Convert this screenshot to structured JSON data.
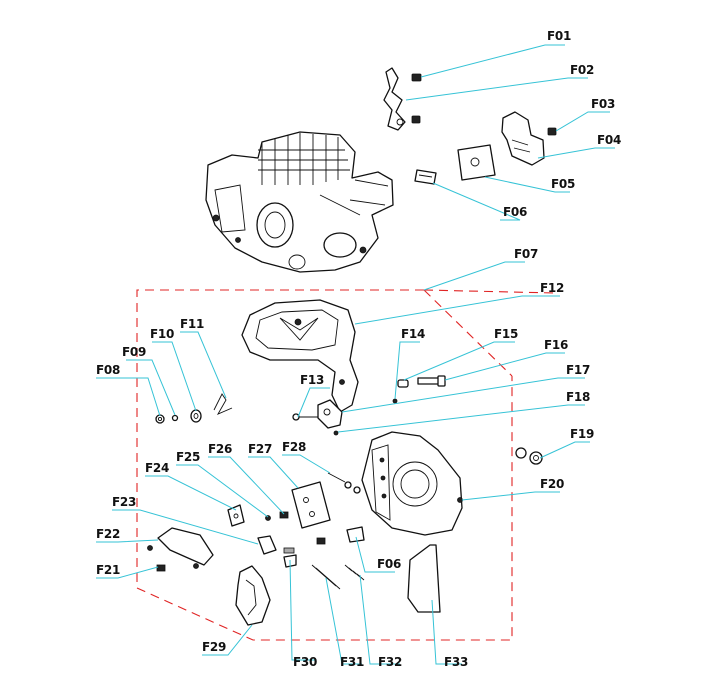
{
  "colors": {
    "leader": "#36c3d6",
    "boundary": "#e02424",
    "ink": "#111111"
  },
  "callouts": [
    {
      "id": "F01",
      "text": "F01"
    },
    {
      "id": "F02",
      "text": "F02"
    },
    {
      "id": "F03",
      "text": "F03"
    },
    {
      "id": "F04",
      "text": "F04"
    },
    {
      "id": "F05",
      "text": "F05"
    },
    {
      "id": "F06a",
      "text": "F06"
    },
    {
      "id": "F07",
      "text": "F07"
    },
    {
      "id": "F08",
      "text": "F08"
    },
    {
      "id": "F09",
      "text": "F09"
    },
    {
      "id": "F10",
      "text": "F10"
    },
    {
      "id": "F11",
      "text": "F11"
    },
    {
      "id": "F12",
      "text": "F12"
    },
    {
      "id": "F13",
      "text": "F13"
    },
    {
      "id": "F14",
      "text": "F14"
    },
    {
      "id": "F15",
      "text": "F15"
    },
    {
      "id": "F16",
      "text": "F16"
    },
    {
      "id": "F17",
      "text": "F17"
    },
    {
      "id": "F18",
      "text": "F18"
    },
    {
      "id": "F19",
      "text": "F19"
    },
    {
      "id": "F20",
      "text": "F20"
    },
    {
      "id": "F21",
      "text": "F21"
    },
    {
      "id": "F22",
      "text": "F22"
    },
    {
      "id": "F23",
      "text": "F23"
    },
    {
      "id": "F24",
      "text": "F24"
    },
    {
      "id": "F25",
      "text": "F25"
    },
    {
      "id": "F26",
      "text": "F26"
    },
    {
      "id": "F27",
      "text": "F27"
    },
    {
      "id": "F28",
      "text": "F28"
    },
    {
      "id": "F06b",
      "text": "F06"
    },
    {
      "id": "F29",
      "text": "F29"
    },
    {
      "id": "F30",
      "text": "F30"
    },
    {
      "id": "F31",
      "text": "F31"
    },
    {
      "id": "F32",
      "text": "F32"
    },
    {
      "id": "F33",
      "text": "F33"
    }
  ]
}
